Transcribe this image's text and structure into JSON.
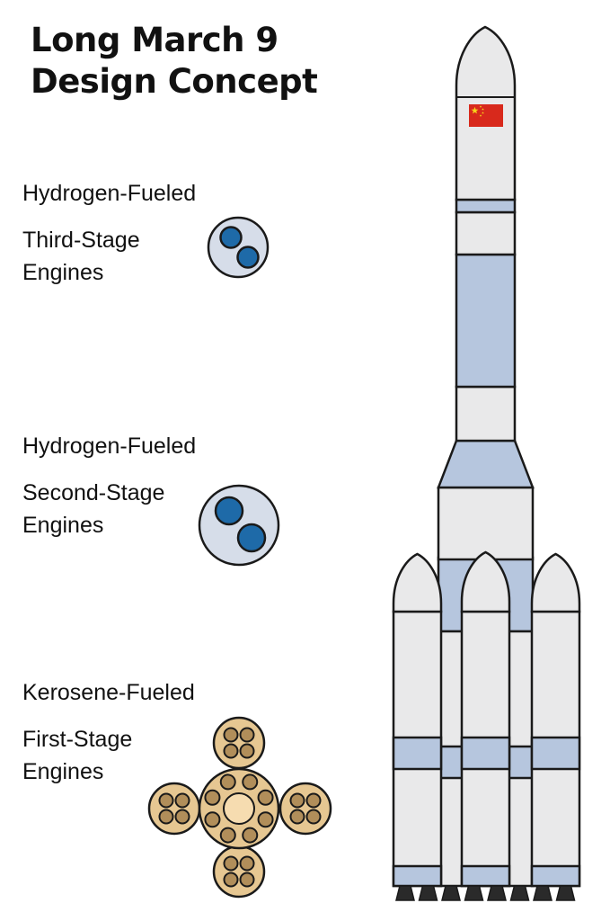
{
  "title": {
    "line1": "Long March 9",
    "line2": "Design Concept"
  },
  "stages": [
    {
      "fuel": "Hydrogen-Fueled",
      "name_line1": "Third-Stage",
      "name_line2": "Engines",
      "engine_icon": "two-engine-cluster-icon"
    },
    {
      "fuel": "Hydrogen-Fueled",
      "name_line1": "Second-Stage",
      "name_line2": "Engines",
      "engine_icon": "two-engine-cluster-icon"
    },
    {
      "fuel": "Kerosene-Fueled",
      "name_line1": "First-Stage",
      "name_line2": "Engines",
      "engine_icon": "kerosene-engine-layout-icon"
    }
  ],
  "rocket": {
    "flag": "china-flag-icon"
  },
  "colors": {
    "body": "#e9e9ea",
    "band": "#b6c6de",
    "outline": "#1a1a1a",
    "hydrogen_engine": "#1e6aa8",
    "hydrogen_plate": "#d6dde9",
    "kerosene_engine": "#b18e5a",
    "kerosene_plate": "#e6c792",
    "kerosene_center": "#f6dcb0",
    "flag_red": "#d8291c",
    "flag_star": "#f6d21a",
    "nozzle": "#2a2a2a"
  }
}
